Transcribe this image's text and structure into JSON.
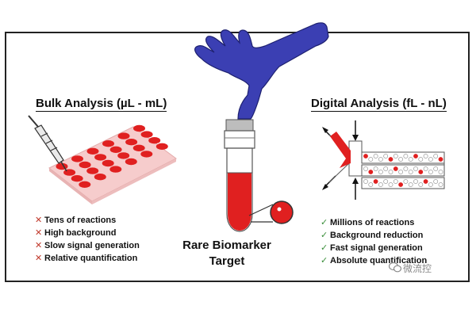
{
  "bulk": {
    "heading": "Bulk Analysis (µL - mL)",
    "items": [
      "Tens of reactions",
      "High background",
      "Slow signal generation",
      "Relative quantification"
    ],
    "marker": "✕"
  },
  "digital": {
    "heading": "Digital Analysis (fL - nL)",
    "items": [
      "Millions of reactions",
      "Background reduction",
      "Fast signal generation",
      "Absolute quantification"
    ],
    "marker": "✓"
  },
  "center": {
    "line1": "Rare Biomarker",
    "line2": "Target"
  },
  "watermark": {
    "text": "微流控",
    "icon": "wechat-icon"
  },
  "colors": {
    "droplet_red": "#e02020",
    "glove_blue": "#3b3fb3",
    "pale_pink": "#f6cccc",
    "cross_red": "#c0392b",
    "check_green": "#3a8f3a"
  }
}
